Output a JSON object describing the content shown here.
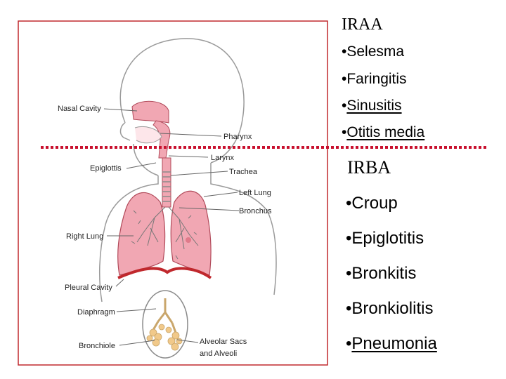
{
  "diagram": {
    "labels": {
      "nasal_cavity": "Nasal Cavity",
      "pharynx": "Pharynx",
      "larynx": "Larynx",
      "epiglottis": "Epiglottis",
      "trachea": "Trachea",
      "left_lung": "Left Lung",
      "bronchus": "Bronchus",
      "right_lung": "Right Lung",
      "pleural_cavity": "Pleural Cavity",
      "diaphragm": "Diaphragm",
      "bronchiole": "Bronchiole",
      "alveolar_sacs_1": "Alveolar Sacs",
      "alveolar_sacs_2": "and Alveoli"
    }
  },
  "upper": {
    "heading": "IRAA",
    "items": [
      "Selesma",
      "Faringitis",
      "Sinusitis",
      "Otitis media"
    ]
  },
  "lower": {
    "heading": "IRBA",
    "items": [
      "Croup",
      "Epiglotitis",
      "Bronkitis",
      "Bronkiolitis",
      "Pneumonia"
    ]
  },
  "bullet": "•",
  "colors": {
    "frame": "#c0282d",
    "divider": "#c8102e",
    "organ_fill": "#f1a7b3",
    "organ_stroke": "#b14a5a",
    "outline": "#9a9a9a",
    "alveoli": "#f1c98a"
  }
}
